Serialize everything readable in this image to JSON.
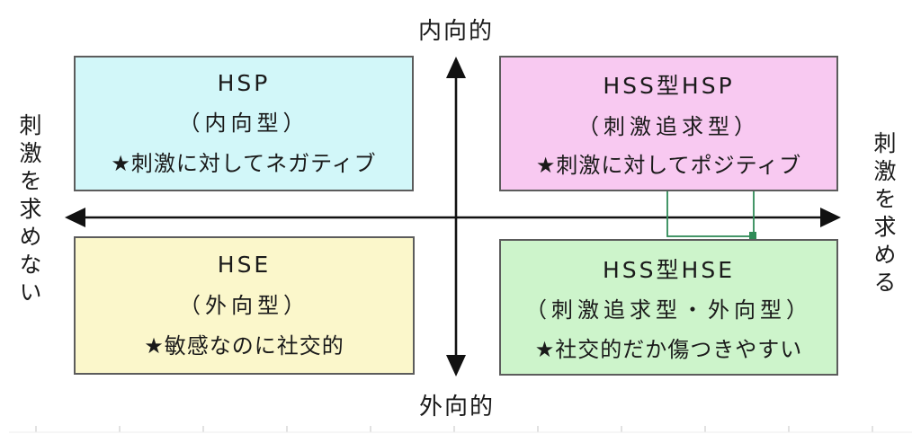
{
  "figure": {
    "description": "HSP / HSE four-quadrant classification diagram",
    "axis_labels": {
      "top": "内向的",
      "bottom": "外向的",
      "left": "刺激を求めない",
      "right": "刺激を求める"
    },
    "quadrants": [
      {
        "position": "top-left",
        "title": "HSP",
        "subtitle": "（内向型）",
        "note": "★刺激に対してネガティブ",
        "fill": "#d2f7f9"
      },
      {
        "position": "top-right",
        "title": "HSS型HSP",
        "subtitle": "（刺激追求型）",
        "note": "★刺激に対してポジティブ",
        "fill": "#f8c9f1"
      },
      {
        "position": "bottom-left",
        "title": "HSE",
        "subtitle": "（外向型）",
        "note": "★敏感なのに社交的",
        "fill": "#fbf7cb"
      },
      {
        "position": "bottom-right",
        "title": "HSS型HSE",
        "subtitle": "（刺激追求型・外向型）",
        "note": "★社交的だか傷つきやすい",
        "fill": "#cdf4cb"
      }
    ],
    "colors": {
      "axis": "#111111",
      "box_border": "#5c5c5c",
      "connector_green": "#2f8b57",
      "tick_gray": "#d6d6d6",
      "quad_cyan": "#d2f7f9",
      "quad_pink": "#f8c9f1",
      "quad_yellow": "#fbf7cb",
      "quad_green": "#cdf4cb"
    },
    "icons": {
      "star": "★"
    }
  }
}
